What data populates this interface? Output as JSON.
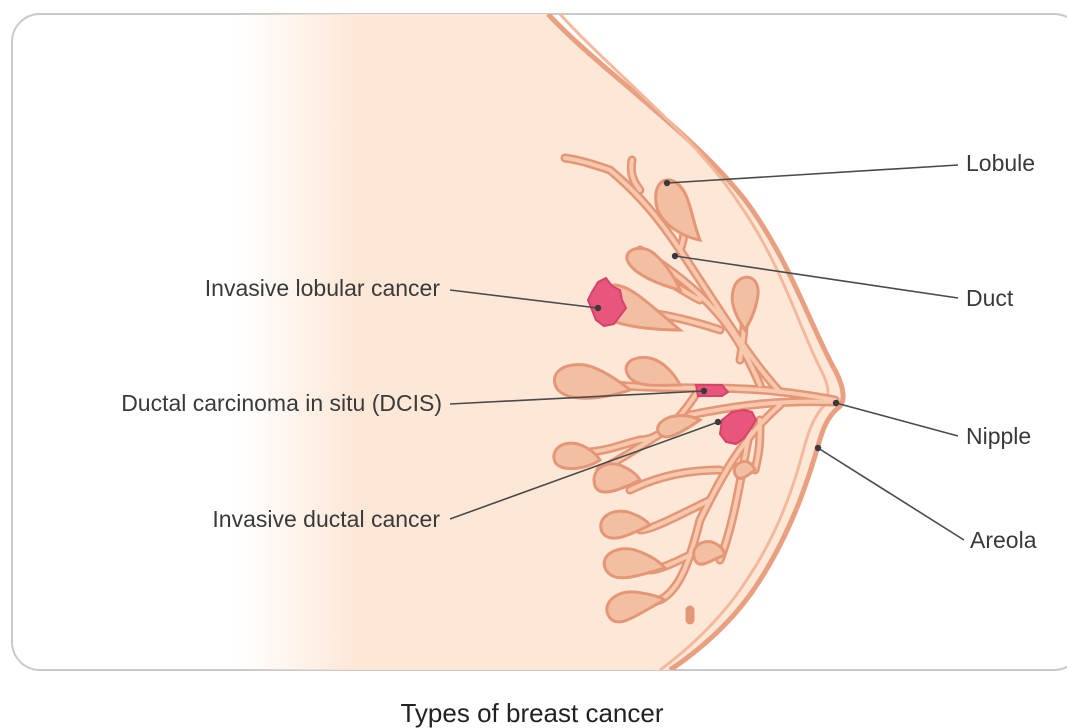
{
  "diagram": {
    "caption": "Types of breast cancer",
    "labels": {
      "lobule": "Lobule",
      "duct": "Duct",
      "nipple": "Nipple",
      "areola": "Areola",
      "invasive_lobular": "Invasive lobular cancer",
      "dcis": "Ductal carcinoma in situ (DCIS)",
      "invasive_ductal": "Invasive ductal cancer"
    },
    "colors": {
      "skin": "#fde8d8",
      "tissue_outline": "#e49677",
      "lobule_fill": "#f3bfa2",
      "tumor": "#e9567c",
      "frame": "#c9c9c9"
    }
  }
}
